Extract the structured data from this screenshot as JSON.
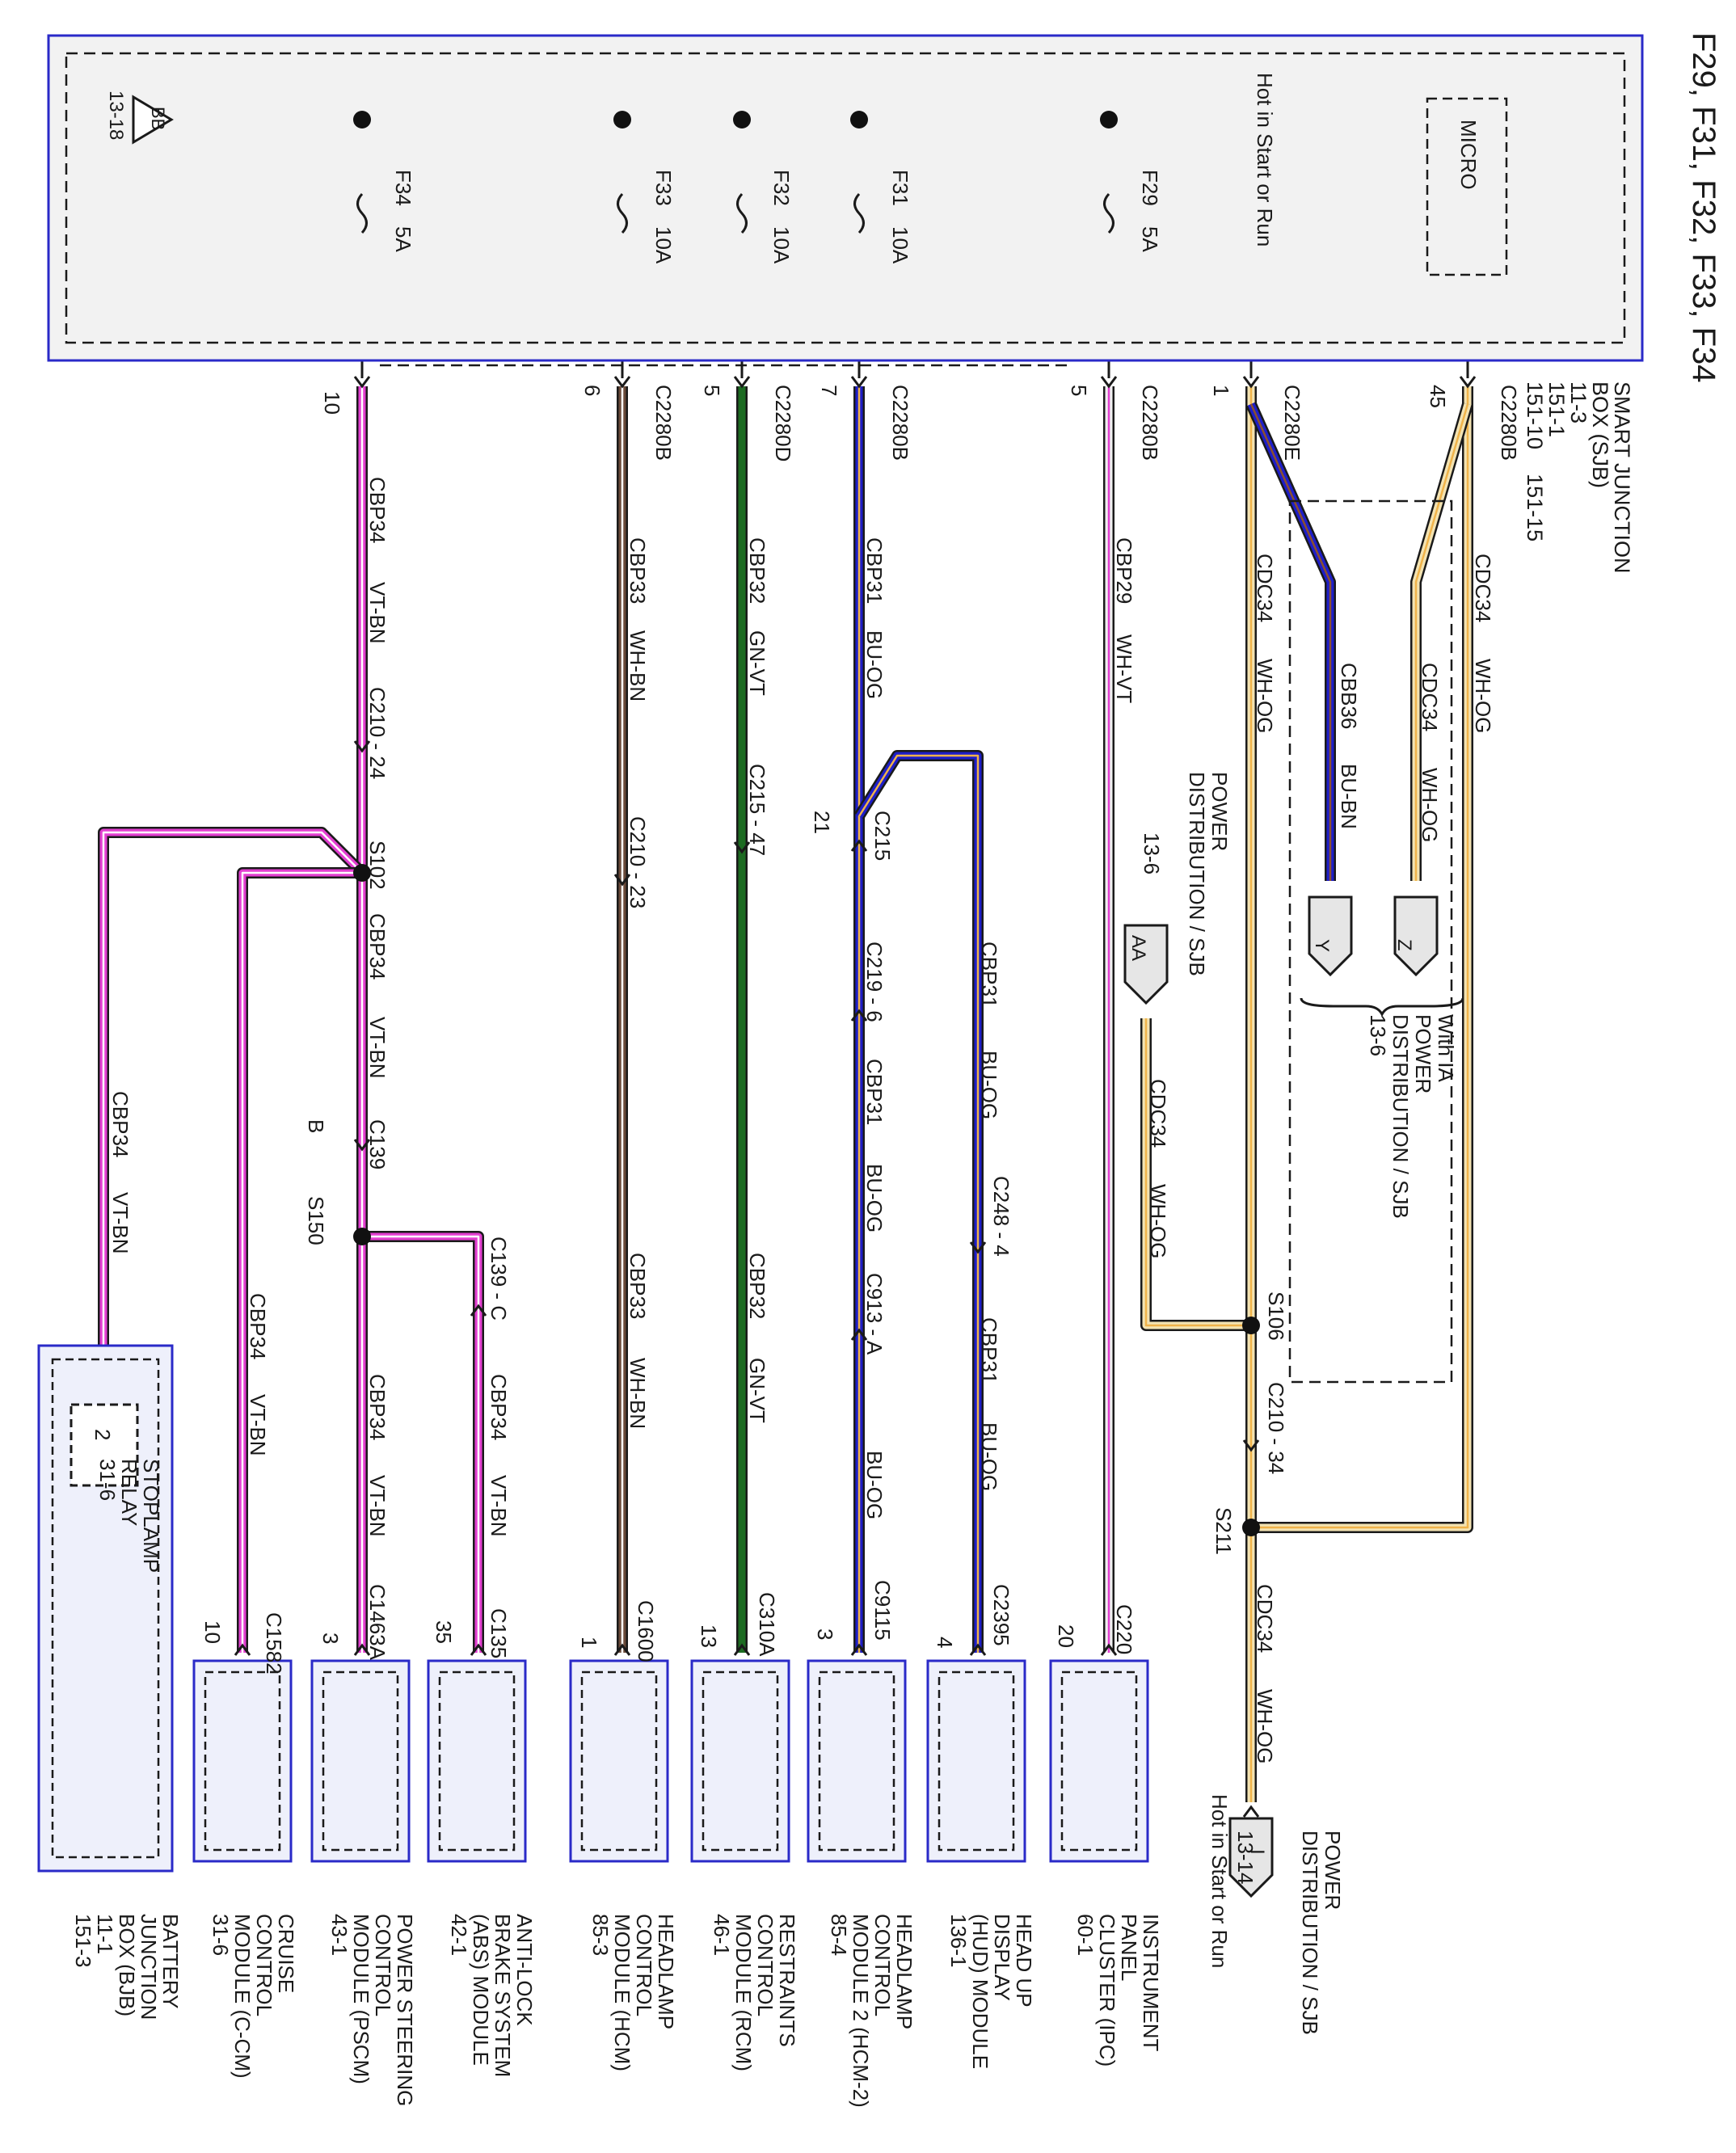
{
  "title": "F29, F31, F32, F33, F34",
  "sjb": {
    "name_lines": [
      "SMART JUNCTION",
      "BOX (SJB)",
      "11-3",
      "151-1",
      "151-10    151-15"
    ]
  },
  "micro_label": "MICRO",
  "hot_label": "Hot in Start or Run",
  "bb": {
    "code": "BB",
    "ref": "13-18"
  },
  "fuses": [
    {
      "name": "F34",
      "rating": "5A"
    },
    {
      "name": "F33",
      "rating": "10A"
    },
    {
      "name": "F32",
      "rating": "10A"
    },
    {
      "name": "F31",
      "rating": "10A"
    },
    {
      "name": "F29",
      "rating": "5A"
    }
  ],
  "pins": {
    "f34": "10",
    "f33": "6",
    "f32": "5",
    "f31": "7",
    "f29": "5",
    "hot": "1",
    "micro": "45"
  },
  "connectors": {
    "c2280b": "C2280B",
    "c2280d": "C2280D",
    "c2280e": "C2280E",
    "c210_24": "C210 - 24",
    "c210_23": "C210 - 23",
    "c210_34": "C210 - 34",
    "c215_47": "C215 - 47",
    "c215": "C215",
    "c215_pin": "21",
    "c219_6": "C219 - 6",
    "c913_a": "C913 - A",
    "c248_4": "C248 - 4",
    "c139": "C139",
    "c139_pin": "B",
    "c139_c": "C139 - C"
  },
  "splices": {
    "s102": "S102",
    "s150": "S150",
    "s106": "S106",
    "s211": "S211"
  },
  "wires": {
    "cbp34": "CBP34",
    "vtbn": "VT-BN",
    "cbp33": "CBP33",
    "whbn": "WH-BN",
    "cbp32": "CBP32",
    "gnvt": "GN-VT",
    "cbp31": "CBP31",
    "buog": "BU-OG",
    "cbp29": "CBP29",
    "whvt": "WH-VT",
    "cdc34": "CDC34",
    "whog": "WH-OG",
    "cbb36": "CBB36",
    "bubn": "BU-BN"
  },
  "with_ia": [
    "With IA",
    "POWER",
    "DISTRIBUTION / SJB",
    "13-6"
  ],
  "pd_left": [
    "POWER",
    "DISTRIBUTION / SJB",
    "13-6"
  ],
  "pd_bottom": [
    "POWER",
    "DISTRIBUTION / SJB",
    "13-14"
  ],
  "refs": {
    "z": "Z",
    "y": "Y",
    "aa": "AA",
    "i": "I"
  },
  "modules": [
    {
      "conn": "C1582",
      "pin": "10",
      "lines": [
        "CRUISE",
        "CONTROL",
        "MODULE (C-CM)",
        "31-6"
      ]
    },
    {
      "conn": "C1463A",
      "pin": "3",
      "lines": [
        "POWER STEERING",
        "CONTROL",
        "MODULE (PSCM)",
        "43-1"
      ]
    },
    {
      "conn": "C135",
      "pin": "35",
      "lines": [
        "ANTI-LOCK",
        "BRAKE SYSTEM",
        "(ABS) MODULE",
        "42-1"
      ]
    },
    {
      "conn": "C1600",
      "pin": "1",
      "lines": [
        "HEADLAMP",
        "CONTROL",
        "MODULE (HCM)",
        "85-3"
      ]
    },
    {
      "conn": "C310A",
      "pin": "13",
      "lines": [
        "RESTRAINTS",
        "CONTROL",
        "MODULE (RCM)",
        "46-1"
      ]
    },
    {
      "conn": "C9115",
      "pin": "3",
      "lines": [
        "HEADLAMP",
        "CONTROL",
        "MODULE 2 (HCM-2)",
        "85-4"
      ]
    },
    {
      "conn": "C2395",
      "pin": "4",
      "lines": [
        "HEAD UP",
        "DISPLAY",
        "(HUD) MODULE",
        "136-1"
      ]
    },
    {
      "conn": "C220",
      "pin": "20",
      "lines": [
        "INSTRUMENT",
        "PANEL",
        "CLUSTER (IPC)",
        "60-1"
      ]
    }
  ],
  "bjb": {
    "pin": "2",
    "relay_lines": [
      "STOPLAMP",
      "RELAY",
      "31-6"
    ],
    "lines": [
      "BATTERY",
      "JUNCTION",
      "BOX (BJB)",
      "11-1",
      "151-3"
    ]
  },
  "colors": {
    "violet": "#e33fd1",
    "blue": "#1e1ec8",
    "green": "#1d6b22",
    "orange": "#f0b34a",
    "frame": "#2a2ac8"
  }
}
